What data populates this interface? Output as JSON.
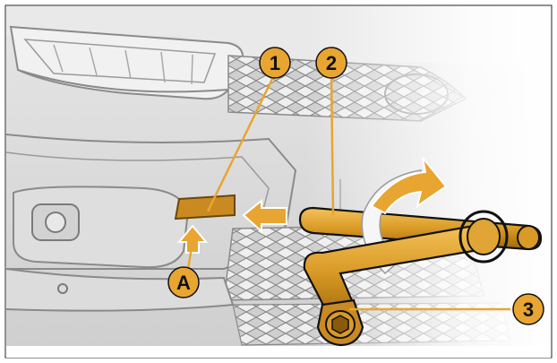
{
  "figure": {
    "callouts": [
      {
        "label": "1",
        "meaning": "cover-panel"
      },
      {
        "label": "2",
        "meaning": "tow-eye-bar"
      },
      {
        "label": "3",
        "meaning": "wheel-wrench"
      },
      {
        "label": "A",
        "meaning": "press-point"
      }
    ],
    "colors": {
      "accent": "#e8a531",
      "accent_dark": "#b5790f",
      "outline": "#111111",
      "car_body": "#d8d8d8",
      "car_line": "#8a8a8a",
      "background_fade": "#ffffff"
    },
    "icons": [
      "push-arrow-icon",
      "insert-arrow-icon",
      "rotate-arrow-icon"
    ]
  }
}
